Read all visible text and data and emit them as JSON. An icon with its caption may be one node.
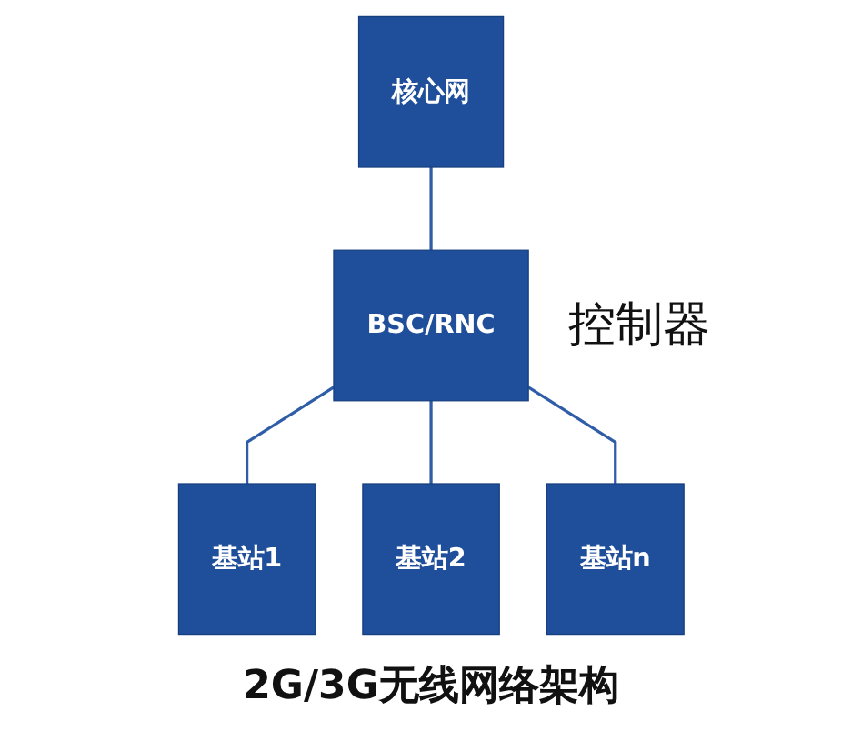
{
  "diagram": {
    "caption": "2G/3G无线网络架构",
    "nodes": [
      {
        "text": [
          "核心网"
        ]
      },
      {
        "text": [
          "BSC/RNC"
        ],
        "beside": [
          "控制器"
        ]
      },
      {
        "text": [
          "基站1"
        ]
      },
      {
        "text": [
          "基站2"
        ]
      },
      {
        "text": [
          "基站n"
        ]
      }
    ],
    "edges": [
      {
        "from": 0,
        "to": 1,
        "arrow": "none"
      },
      {
        "from": 1,
        "to": 2,
        "arrow": "none"
      },
      {
        "from": 1,
        "to": 3,
        "arrow": "none"
      },
      {
        "from": 1,
        "to": 4,
        "arrow": "none"
      }
    ]
  }
}
